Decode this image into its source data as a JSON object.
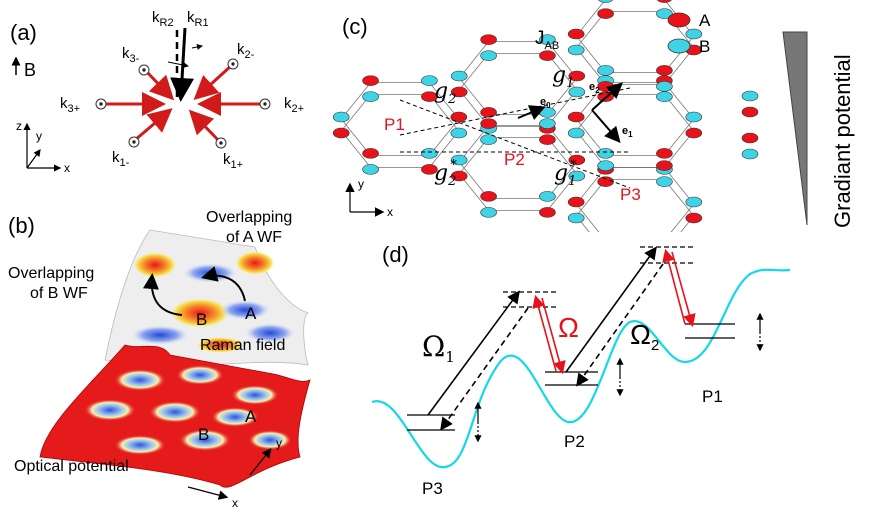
{
  "panel_a": {
    "tag": "(a)",
    "field": "B",
    "beams": {
      "kR1": "k",
      "kR1_sub": "R1",
      "kR2": "k",
      "kR2_sub": "R2",
      "k1p": "k",
      "k1p_sub": "1+",
      "k1m": "k",
      "k1m_sub": "1-",
      "k2p": "k",
      "k2p_sub": "2+",
      "k2m": "k",
      "k2m_sub": "2-",
      "k3p": "k",
      "k3p_sub": "3+",
      "k3m": "k",
      "k3m_sub": "3-"
    },
    "axis_z": "z",
    "axis_y": "y",
    "axis_x": "x"
  },
  "panel_b": {
    "tag": "(b)",
    "overlap_a": [
      "Overlapping",
      "of A WF"
    ],
    "overlap_b": [
      "Overlapping",
      "of B WF"
    ],
    "raman": "Raman field",
    "optical": "Optical potential",
    "site_a": "A",
    "site_b": "B",
    "axis_y": "y",
    "axis_x": "x"
  },
  "panel_c": {
    "tag": "(c)",
    "jab": "J",
    "jab_sub": "AB",
    "legend_a": "A",
    "legend_b": "B",
    "colors": {
      "A": "#e8121b",
      "B": "#3fd3e6"
    },
    "g2": "g",
    "g2_sub": "2",
    "g1": "g",
    "g1_sub": "1",
    "g2c": "g",
    "g2c_sub": "2",
    "g2c_sup": "*",
    "g1c": "g",
    "g1c_sub": "1",
    "g1c_sup": "*",
    "p1": "P1",
    "p2": "P2",
    "p3": "P3",
    "e0": "e",
    "e0_sub": "0",
    "e1": "e",
    "e1_sub": "1",
    "e2": "e",
    "e2_sub": "2",
    "axis_y": "y",
    "axis_x": "x"
  },
  "gradient": {
    "label": "Gradiant potential"
  },
  "panel_d": {
    "tag": "(d)",
    "omega1": "Ω",
    "omega1_sub": "1",
    "omega": "Ω",
    "omega2": "Ω",
    "omega2_sub": "2",
    "p3": "P3",
    "p2": "P2",
    "p1": "P1",
    "curve_color": "#14d8e8"
  }
}
